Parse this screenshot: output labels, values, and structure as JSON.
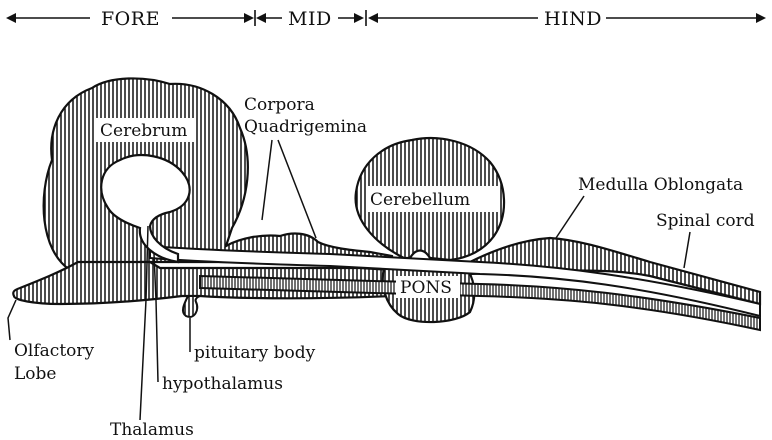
{
  "colors": {
    "ink": "#111111",
    "paper": "#ffffff"
  },
  "regions": {
    "fore": "FORE",
    "mid": "MID",
    "hind": "HIND"
  },
  "labels": {
    "cerebrum": "Cerebrum",
    "corpora_line1": "Corpora",
    "corpora_line2": "Quadrigemina",
    "cerebellum": "Cerebellum",
    "medulla": "Medulla Oblongata",
    "spinal_cord": "Spinal cord",
    "pons": "PONS",
    "olfactory_line1": "Olfactory",
    "olfactory_line2": "Lobe",
    "pituitary": "pituitary body",
    "hypothalamus": "hypothalamus",
    "thalamus": "Thalamus"
  }
}
